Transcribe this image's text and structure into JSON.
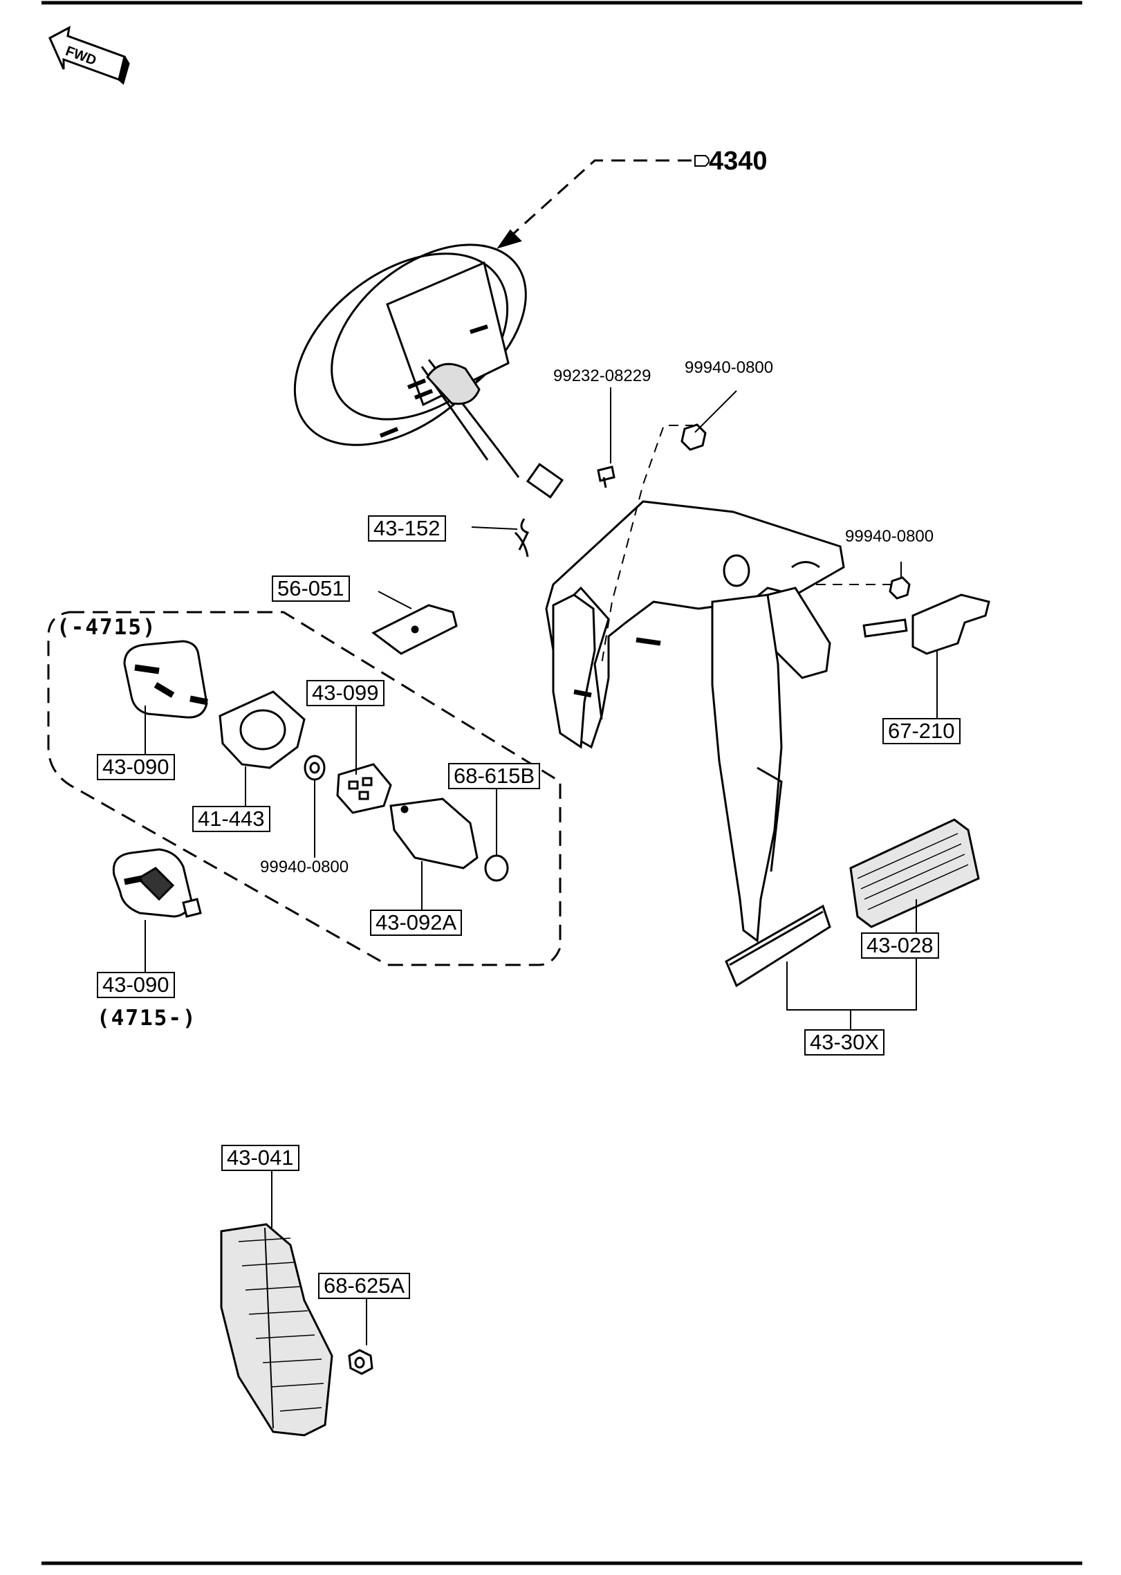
{
  "direction": {
    "fwd": "FWD"
  },
  "reference": {
    "section": "4340"
  },
  "labels": {
    "p99232_08229": "99232-08229",
    "p99940_0800_a": "99940-0800",
    "p99940_0800_b": "99940-0800",
    "p99940_0800_c": "99940-0800",
    "p43_152": "43-152",
    "p56_051": "56-051",
    "p43_090_a": "43-090",
    "p43_090_b": "43-090",
    "p41_443": "41-443",
    "p43_099": "43-099",
    "p68_615B": "68-615B",
    "p43_092A": "43-092A",
    "p67_210": "67-210",
    "p43_028": "43-028",
    "p43_30X": "43-30X",
    "p43_041": "43-041",
    "p68_625A": "68-625A"
  },
  "ranges": {
    "before": "(-4715)",
    "after": "(4715-)"
  }
}
